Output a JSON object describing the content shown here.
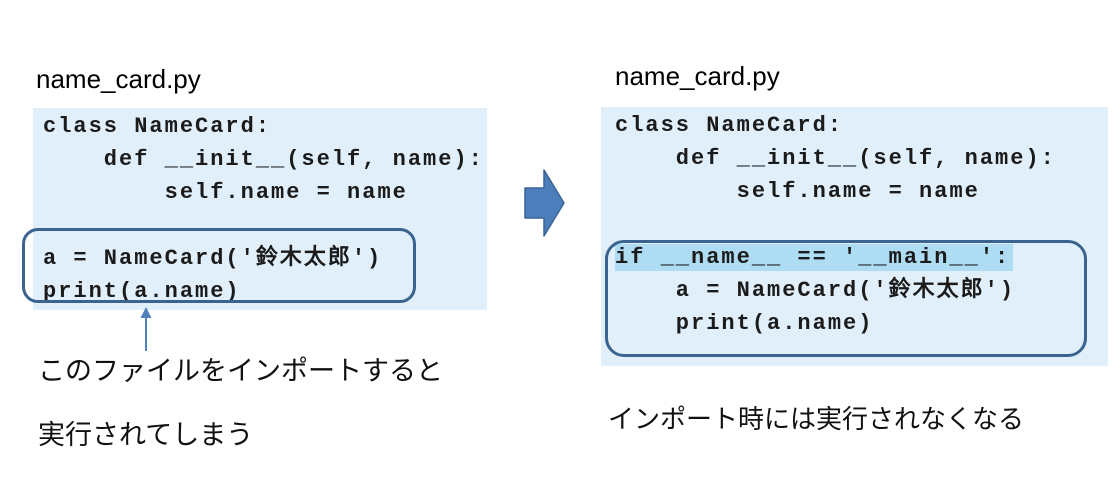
{
  "diagram": {
    "left": {
      "filename": "name_card.py",
      "code_lines": [
        "class NameCard:",
        "    def __init__(self, name):",
        "        self.name = name",
        "",
        "a = NameCard('鈴木太郎')",
        "print(a.name)"
      ],
      "callout_line1": "このファイルをインポートすると",
      "callout_line2": "実行されてしまう"
    },
    "right": {
      "filename": "name_card.py",
      "code_lines": [
        "class NameCard:",
        "    def __init__(self, name):",
        "        self.name = name",
        "",
        "if __name__ == '__main__':",
        "    a = NameCard('鈴木太郎')",
        "    print(a.name)"
      ],
      "highlight_line_index": 4,
      "caption": "インポート時には実行されなくなる"
    },
    "colors": {
      "code_bg": "#e0eff9",
      "highlight": "#aedcf2",
      "box_border": "#3a648f",
      "arrow_fill": "#4d7ebc",
      "arrow_stroke": "#3a6496",
      "callout_arrow": "#4f81bd",
      "code_text": "#1b1b1b"
    }
  }
}
